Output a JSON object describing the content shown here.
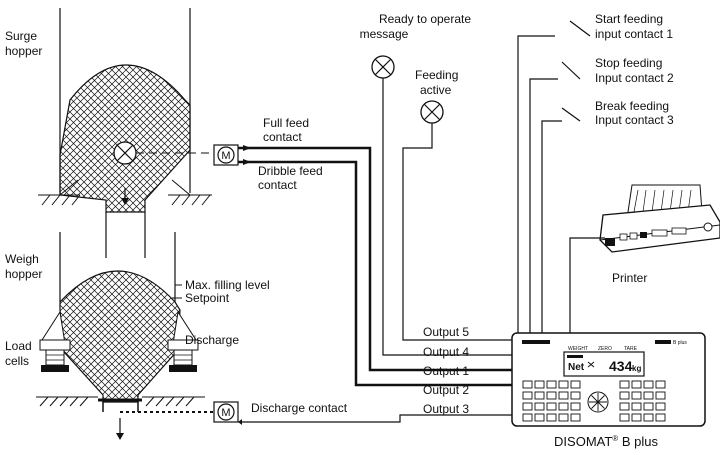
{
  "hoppers": {
    "surge_label": [
      "Surge",
      "hopper"
    ],
    "weigh_label": [
      "Weigh",
      "hopper"
    ],
    "load_cells_label": [
      "Load",
      "cells"
    ]
  },
  "levels": {
    "max_fill": "Max. filling level",
    "setpoint": "Setpoint",
    "discharge": "Discharge"
  },
  "feed_contacts": {
    "full": [
      "Full feed",
      "contact"
    ],
    "dribble": [
      "Dribble feed",
      "contact"
    ],
    "discharge": "Discharge contact"
  },
  "motor_symbol": "M",
  "lamps": {
    "ready": [
      "Ready to operate",
      "message"
    ],
    "feeding": [
      "Feeding",
      "active"
    ]
  },
  "inputs": [
    [
      "Start feeding",
      "input contact 1"
    ],
    [
      "Stop feeding",
      "Input contact 2"
    ],
    [
      "Break feeding",
      "Input contact 3"
    ]
  ],
  "outputs": [
    "Output 5",
    "Output 4",
    "Output 1",
    "Output 2",
    "Output 3"
  ],
  "printer_label": "Printer",
  "device": {
    "name": "DISOMAT",
    "sup": "®",
    "suffix": " B plus",
    "display_net": "Net",
    "display_value": "434",
    "display_unit": "kg"
  }
}
